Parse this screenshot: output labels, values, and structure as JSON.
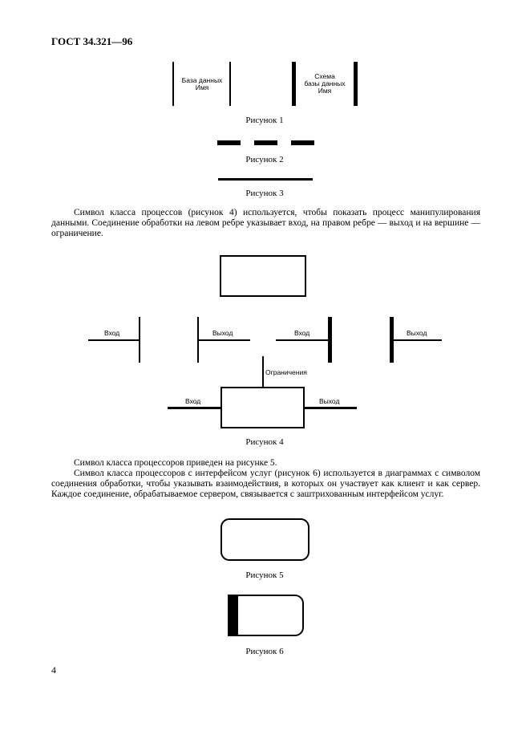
{
  "header": {
    "title": "ГОСТ 34.321—96"
  },
  "figure1": {
    "left_label": "База данных\nИмя",
    "right_label": "Схема\nбазы данных\nИмя",
    "caption": "Рисунок 1"
  },
  "figure2": {
    "caption": "Рисунок 2"
  },
  "figure3": {
    "caption": "Рисунок 3"
  },
  "paragraph1": "Символ класса процессов (рисунок 4) используется, чтобы показать процесс манипулирования данными. Соединение обработки на левом ребре указывает вход, на правом ребре — выход и на вершине — ограничение.",
  "figure4": {
    "input_label_1": "Вход",
    "output_label_1": "Выход",
    "input_label_2": "Вход",
    "output_label_2": "Выход",
    "constraint_label": "Ограничения",
    "input_label_3": "Вход",
    "output_label_3": "Выход",
    "caption": "Рисунок 4"
  },
  "paragraph2": "Символ класса процессоров приведен на рисунке 5.",
  "paragraph3": "Символ класса процессоров с интерфейсом услуг (рисунок 6) используется в диаграммах с символом соединения обработки, чтобы указывать взаимодействия, в которых он участвует как клиент и как сервер. Каждое соединение, обрабатываемое сервером, связывается с заштрихованным интерфейсом услуг.",
  "figure5": {
    "caption": "Рисунок 5"
  },
  "figure6": {
    "caption": "Рисунок 6"
  },
  "page_number": "4"
}
